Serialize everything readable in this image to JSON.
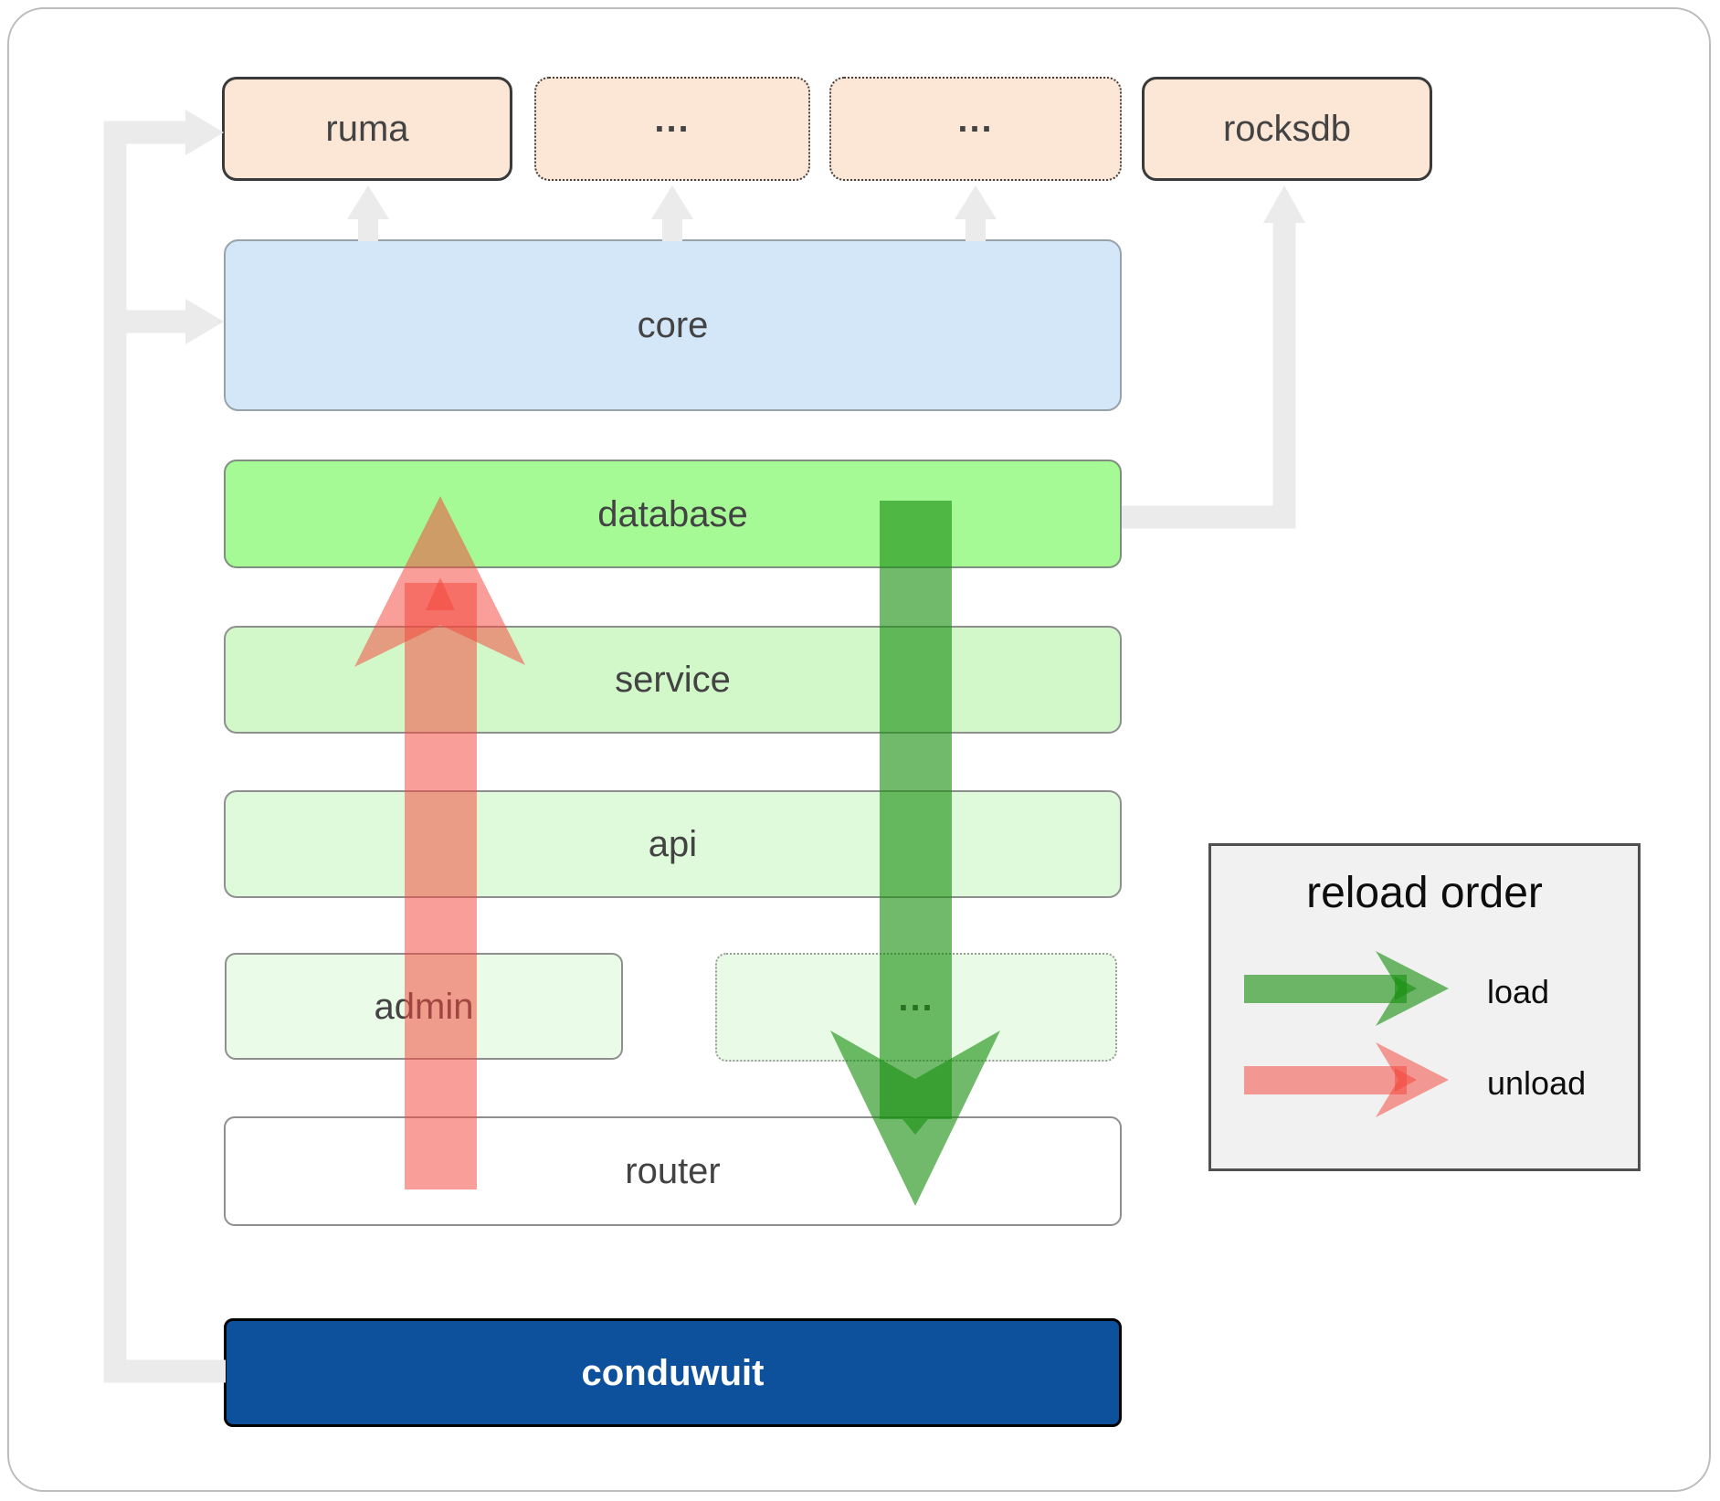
{
  "boxes": {
    "ruma": {
      "label": "ruma"
    },
    "ellipsis_top_1": {
      "label": "..."
    },
    "ellipsis_top_2": {
      "label": "..."
    },
    "rocksdb": {
      "label": "rocksdb"
    },
    "core": {
      "label": "core"
    },
    "database": {
      "label": "database"
    },
    "service": {
      "label": "service"
    },
    "api": {
      "label": "api"
    },
    "admin": {
      "label": "admin"
    },
    "ellipsis_admin_row": {
      "label": "..."
    },
    "router": {
      "label": "router"
    },
    "conduwuit": {
      "label": "conduwuit"
    }
  },
  "legend": {
    "title": "reload order",
    "load_label": "load",
    "unload_label": "unload"
  },
  "colors": {
    "peach": "#fce6d6",
    "core_blue": "#d4e7f9",
    "database_green": "#a5fa96",
    "service_green": "#d2f8ca",
    "api_green": "#dffadb",
    "admin_green": "#eafbe7",
    "dots_green": "#e9fbe6",
    "router_white": "#ffffff",
    "conduwuit_blue": "#0d509c",
    "load_green": "#1a8f12",
    "unload_red": "#f4483c",
    "connector_gray": "#ebebeb",
    "legend_bg": "#f1f1f1"
  }
}
